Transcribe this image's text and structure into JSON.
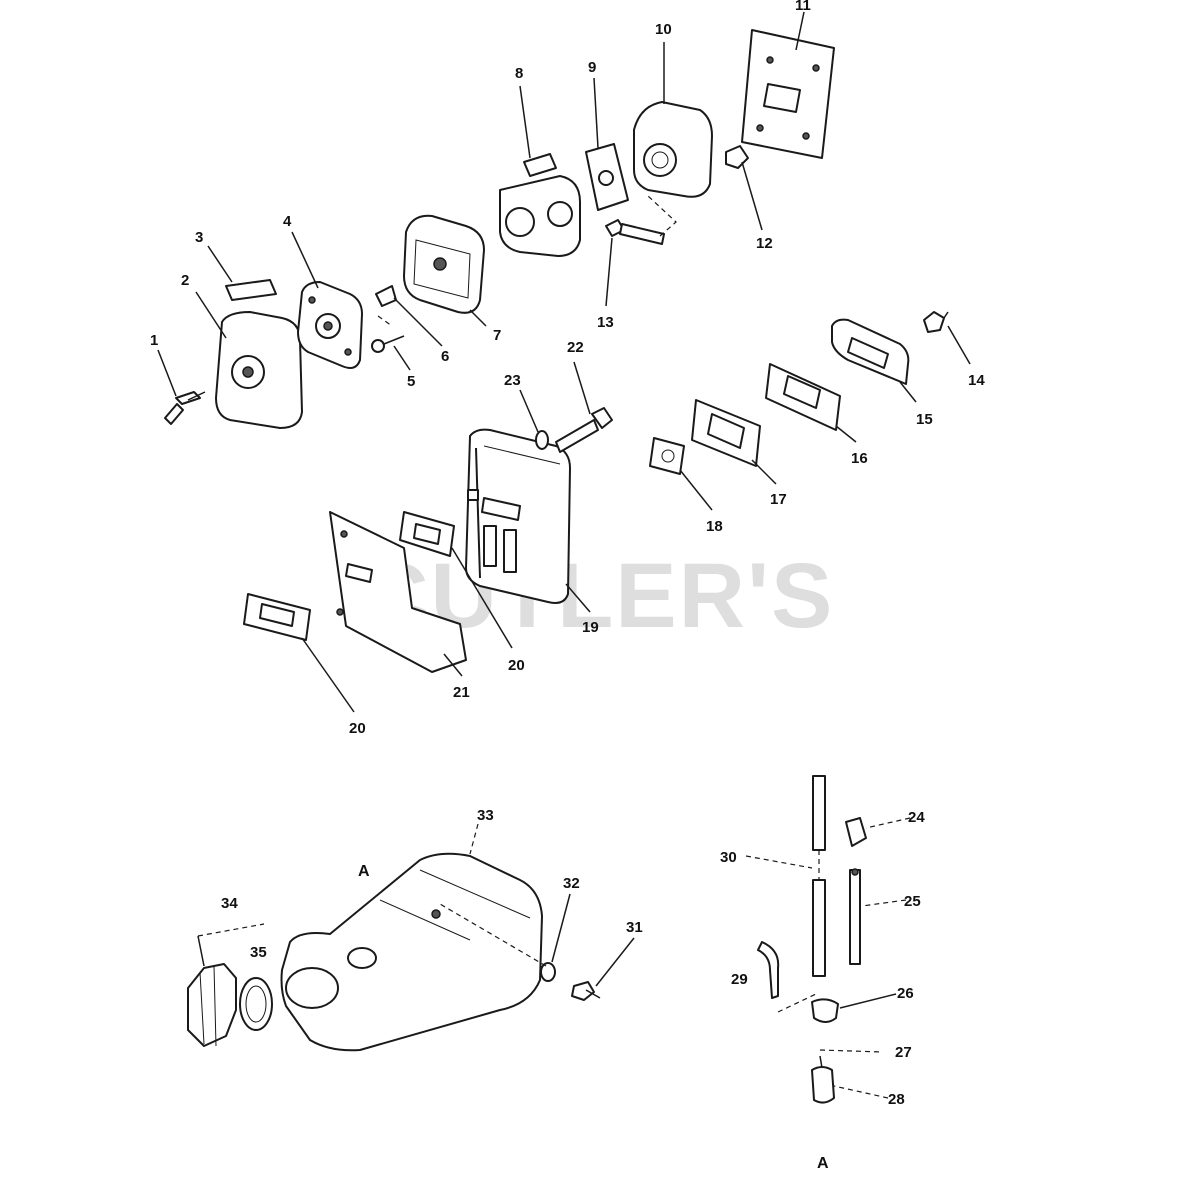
{
  "watermark": "CUTLER'S",
  "section_labels": [
    "A",
    "A"
  ],
  "callouts": [
    "1",
    "2",
    "3",
    "4",
    "5",
    "6",
    "7",
    "8",
    "9",
    "10",
    "11",
    "12",
    "13",
    "14",
    "15",
    "16",
    "17",
    "18",
    "19",
    "20",
    "20",
    "21",
    "22",
    "23",
    "24",
    "25",
    "26",
    "27",
    "28",
    "29",
    "30",
    "31",
    "32",
    "33",
    "34",
    "35"
  ]
}
